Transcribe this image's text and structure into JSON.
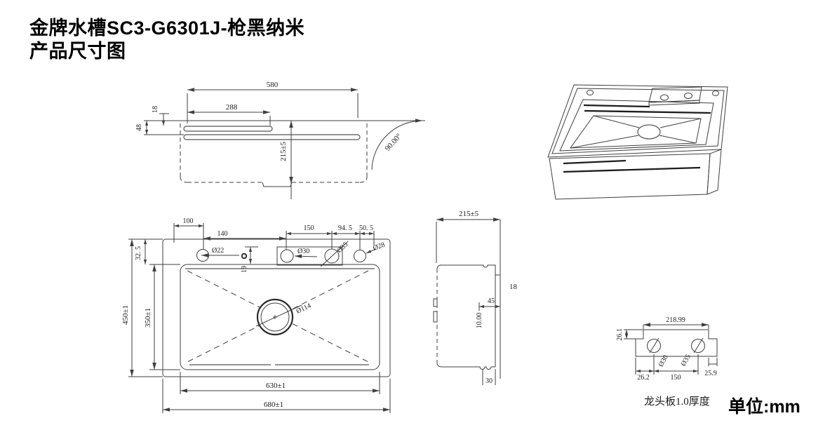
{
  "page": {
    "title_line1": "金牌水槽SC3-G6301J-枪黑纳米",
    "title_line2": "产品尺寸图",
    "unit_label": "单位:mm",
    "faucet_plate_caption": "龙头板1.0厚度"
  },
  "side_view": {
    "width_top": "580",
    "ledge_width": "288",
    "ledge_offset": "18",
    "rim_drop": "48",
    "depth": "215±5",
    "corner_angle": "90.00°"
  },
  "top_view": {
    "hole1_offset": "100",
    "hole_spacing_left": "140",
    "deck_hole_spacing": "150",
    "deck_right_gap": "94. 5",
    "edge_gap": "50. 5",
    "hole_left": "Ø22",
    "hole_deck_a": "Ø30",
    "hole_deck_b": "Ø35",
    "hole_right": "Ø28",
    "top_margin": "32. 5",
    "small_hole_offset": "19",
    "outer_depth": "450±1",
    "inner_depth": "350±1",
    "drain_diameter": "Ø114",
    "inner_width": "630±1",
    "outer_width": "680±1"
  },
  "profile_view": {
    "depth": "215±5",
    "rim_thickness": "18",
    "drain_offset": "45",
    "vertical_note": "10.00",
    "bottom_width": "30"
  },
  "faucet_plate": {
    "width": "218.99",
    "top_height": "26.1",
    "hole_a": "Ø30",
    "hole_b": "Ø35",
    "left_margin": "26.2",
    "hole_spacing": "150",
    "right_margin": "25.9"
  }
}
